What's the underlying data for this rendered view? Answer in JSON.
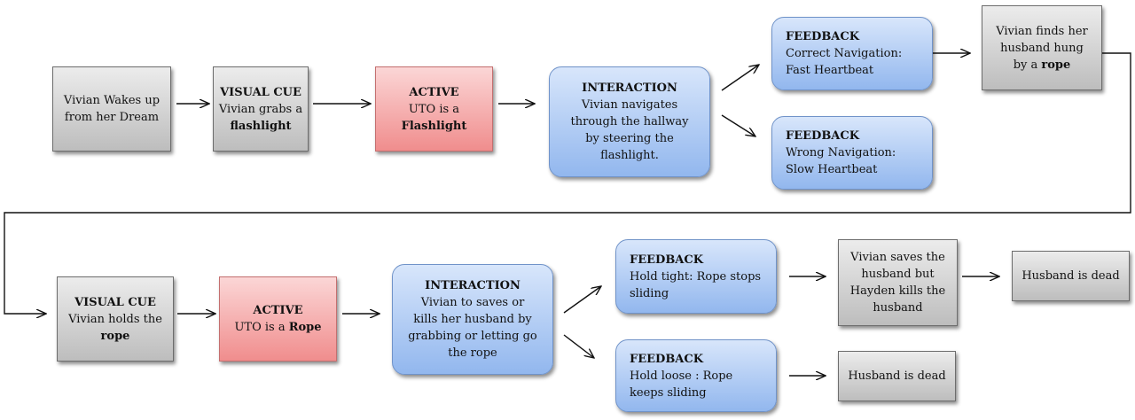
{
  "colors": {
    "gray_box": "#d6d6d6",
    "active_box": "#f4a8a8",
    "interaction_box": "#b5cdf5",
    "arrow": "#111111"
  },
  "nodes": {
    "wakes_up": {
      "lines": [
        [
          "Vivian Wakes up"
        ],
        [
          "from her Dream"
        ]
      ]
    },
    "visual_cue_1": {
      "heading": "VISUAL CUE",
      "lines": [
        [
          "Vivian grabs a"
        ],
        [
          {
            "text": "flashlight",
            "bold": true
          }
        ]
      ]
    },
    "active_1": {
      "heading": "ACTIVE",
      "lines": [
        [
          "UTO is a"
        ],
        [
          {
            "text": "Flashlight",
            "bold": true
          }
        ]
      ]
    },
    "interaction_1": {
      "heading": "INTERACTION",
      "lines": [
        [
          "Vivian navigates"
        ],
        [
          "through the hallway"
        ],
        [
          "by steering the"
        ],
        [
          "flashlight."
        ]
      ]
    },
    "feedback_correct": {
      "heading": "FEEDBACK",
      "lines": [
        [
          "Correct Navigation:"
        ],
        [
          "Fast Heartbeat"
        ]
      ]
    },
    "feedback_wrong": {
      "heading": "FEEDBACK",
      "lines": [
        [
          "Wrong Navigation:"
        ],
        [
          "Slow Heartbeat"
        ]
      ]
    },
    "finds_husband": {
      "lines": [
        [
          "Vivian finds her"
        ],
        [
          "husband hung"
        ],
        [
          "by a ",
          {
            "text": "rope",
            "bold": true
          }
        ]
      ]
    },
    "visual_cue_2": {
      "heading": "VISUAL CUE",
      "lines": [
        [
          "Vivian holds the"
        ],
        [
          {
            "text": "rope",
            "bold": true
          }
        ]
      ]
    },
    "active_2": {
      "heading": "ACTIVE",
      "lines": [
        [
          "UTO is a ",
          {
            "text": "Rope",
            "bold": true
          }
        ]
      ]
    },
    "interaction_2": {
      "heading": "INTERACTION",
      "lines": [
        [
          "Vivian to saves or"
        ],
        [
          "kills her husband by"
        ],
        [
          "grabbing or letting go"
        ],
        [
          "the rope"
        ]
      ]
    },
    "feedback_tight": {
      "heading": "FEEDBACK",
      "lines": [
        [
          "Hold tight: Rope stops"
        ],
        [
          "sliding"
        ]
      ]
    },
    "feedback_loose": {
      "heading": "FEEDBACK",
      "lines": [
        [
          "Hold loose : Rope"
        ],
        [
          "keeps sliding"
        ]
      ]
    },
    "saves_husband": {
      "lines": [
        [
          "Vivian saves the"
        ],
        [
          "husband but"
        ],
        [
          "Hayden kills the"
        ],
        [
          "husband"
        ]
      ]
    },
    "dead_1": {
      "lines": [
        [
          "Husband is dead"
        ]
      ]
    },
    "dead_2": {
      "lines": [
        [
          "Husband is dead"
        ]
      ]
    }
  }
}
